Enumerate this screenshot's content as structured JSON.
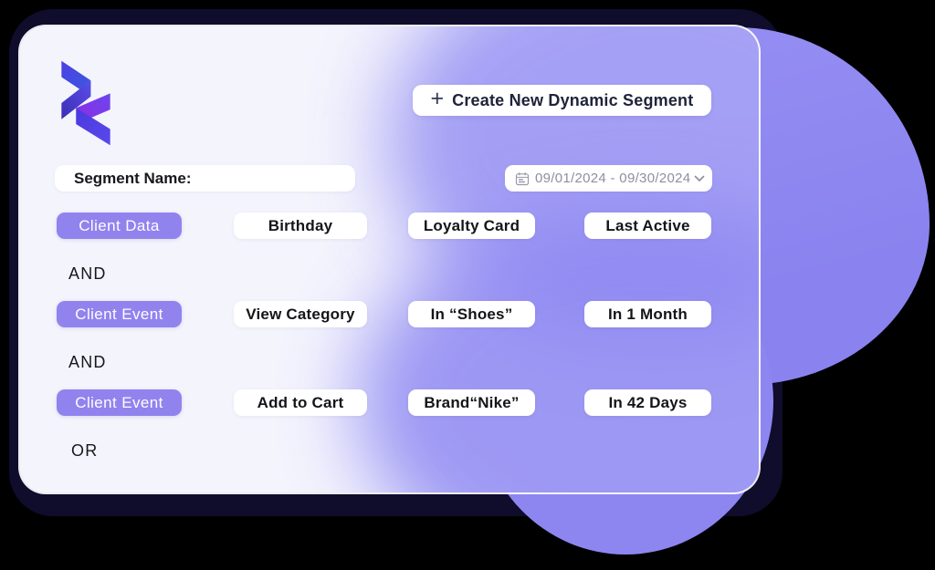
{
  "header": {
    "create_button": {
      "icon": "+",
      "label": "Create New Dynamic Segment"
    }
  },
  "toolbar": {
    "segment_name_label": "Segment Name:",
    "date_range": {
      "value": "09/01/2024 - 09/30/2024"
    }
  },
  "builder": {
    "rows": [
      {
        "type_chip": "Client Data",
        "chips": [
          "Birthday",
          "Loyalty Card",
          "Last Active"
        ],
        "connector_after": "AND"
      },
      {
        "type_chip": "Client Event",
        "chips": [
          "View Category",
          "In “Shoes”",
          "In 1 Month"
        ],
        "connector_after": "AND"
      },
      {
        "type_chip": "Client Event",
        "chips": [
          "Add to Cart",
          "Brand“Nike”",
          "In 42 Days"
        ],
        "connector_after": "OR"
      }
    ]
  },
  "colors": {
    "accent_chip": "#9183ee",
    "blob_purple": "#8d86f1",
    "backdrop_navy": "#0f0c2c",
    "card_bg": "#f4f4fd"
  }
}
